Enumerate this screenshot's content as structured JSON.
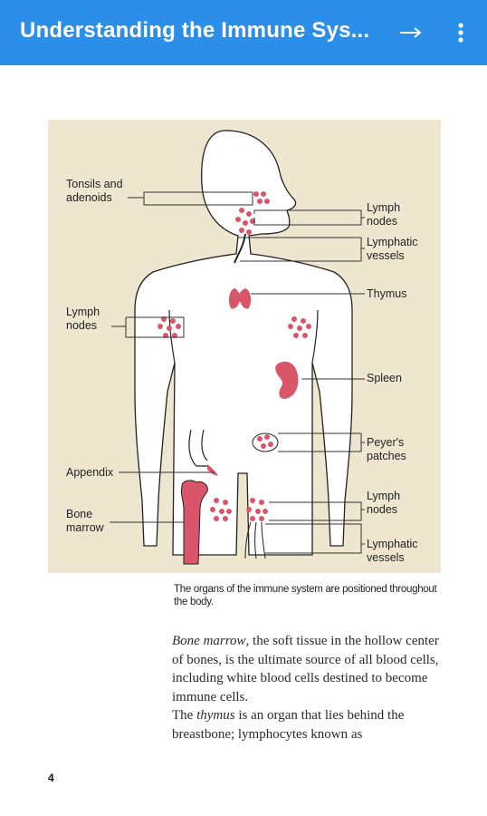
{
  "appbar": {
    "title": "Understanding the Immune Sys...",
    "forward_icon": "arrow-right-icon",
    "menu_icon": "more-vert-icon",
    "color": "#2b8ee8"
  },
  "figure": {
    "labels": {
      "tonsils": "Tonsils and\nadenoids",
      "lymph_nodes_neck": "Lymph\nnodes",
      "lymphatic_vessels_neck": "Lymphatic\nvessels",
      "thymus": "Thymus",
      "lymph_nodes_arm": "Lymph\nnodes",
      "spleen": "Spleen",
      "peyers": "Peyer's\npatches",
      "appendix": "Appendix",
      "bone_marrow": "Bone\nmarrow",
      "lymph_nodes_groin": "Lymph\nnodes",
      "lymphatic_vessels_leg": "Lymphatic\nvessels"
    },
    "caption": "The organs of the immune system are positioned throughout the body.",
    "organ_color": "#d9566a",
    "background": "#efe6cf"
  },
  "body": {
    "p1_em": "Bone marrow",
    "p1_rest": ", the soft tissue in the hollow center of bones, is the ultimate source of all blood cells, including white blood cells destined to become immune cells.",
    "p2_start": "The ",
    "p2_em": "thymus",
    "p2_rest": " is an organ that lies behind the breastbone; lymphocytes known as"
  },
  "page_number": "4"
}
